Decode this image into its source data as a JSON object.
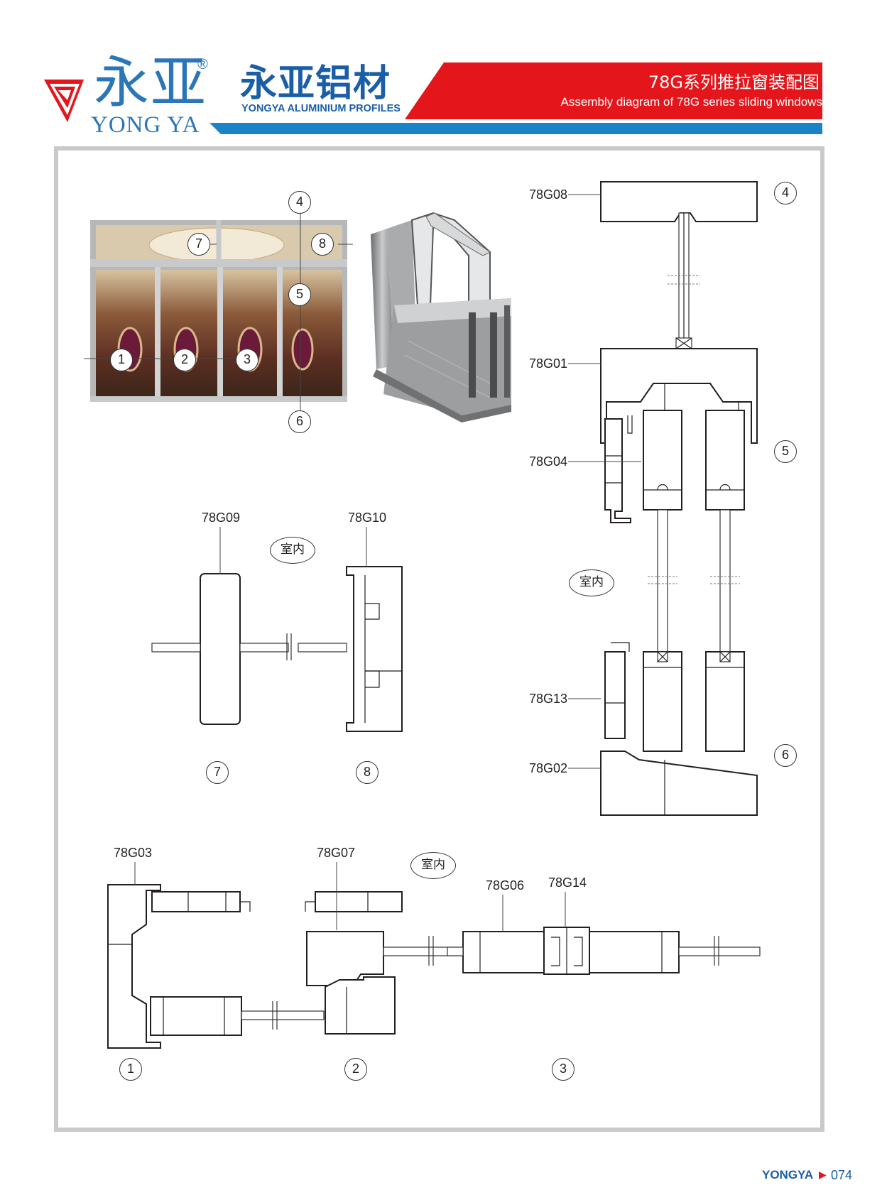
{
  "header": {
    "logo_cn": "永亚",
    "logo_reg": "®",
    "logo_en": "YONG YA",
    "brand_cn": "永亚铝材",
    "brand_en": "YONGYA ALUMINIUM PROFILES",
    "title_cn": "78G系列推拉窗装配图",
    "title_en": "Assembly diagram of 78G series sliding windows",
    "colors": {
      "red": "#e4161b",
      "blue": "#1b84c8",
      "brand_blue": "#1b5ea8"
    }
  },
  "photo_callouts": [
    "4",
    "7",
    "8",
    "5",
    "1",
    "2",
    "3",
    "6"
  ],
  "indoor_label": "室内",
  "right_section": {
    "codes": [
      "78G08",
      "78G01",
      "78G04",
      "78G13",
      "78G02"
    ],
    "markers": [
      "4",
      "5",
      "6"
    ]
  },
  "middle_section": {
    "codes": [
      "78G09",
      "78G10"
    ],
    "markers": [
      "7",
      "8"
    ]
  },
  "bottom_section": {
    "codes": [
      "78G03",
      "78G07",
      "78G06",
      "78G14"
    ],
    "markers": [
      "1",
      "2",
      "3"
    ]
  },
  "footer": {
    "brand": "YONGYA",
    "page": "074"
  }
}
